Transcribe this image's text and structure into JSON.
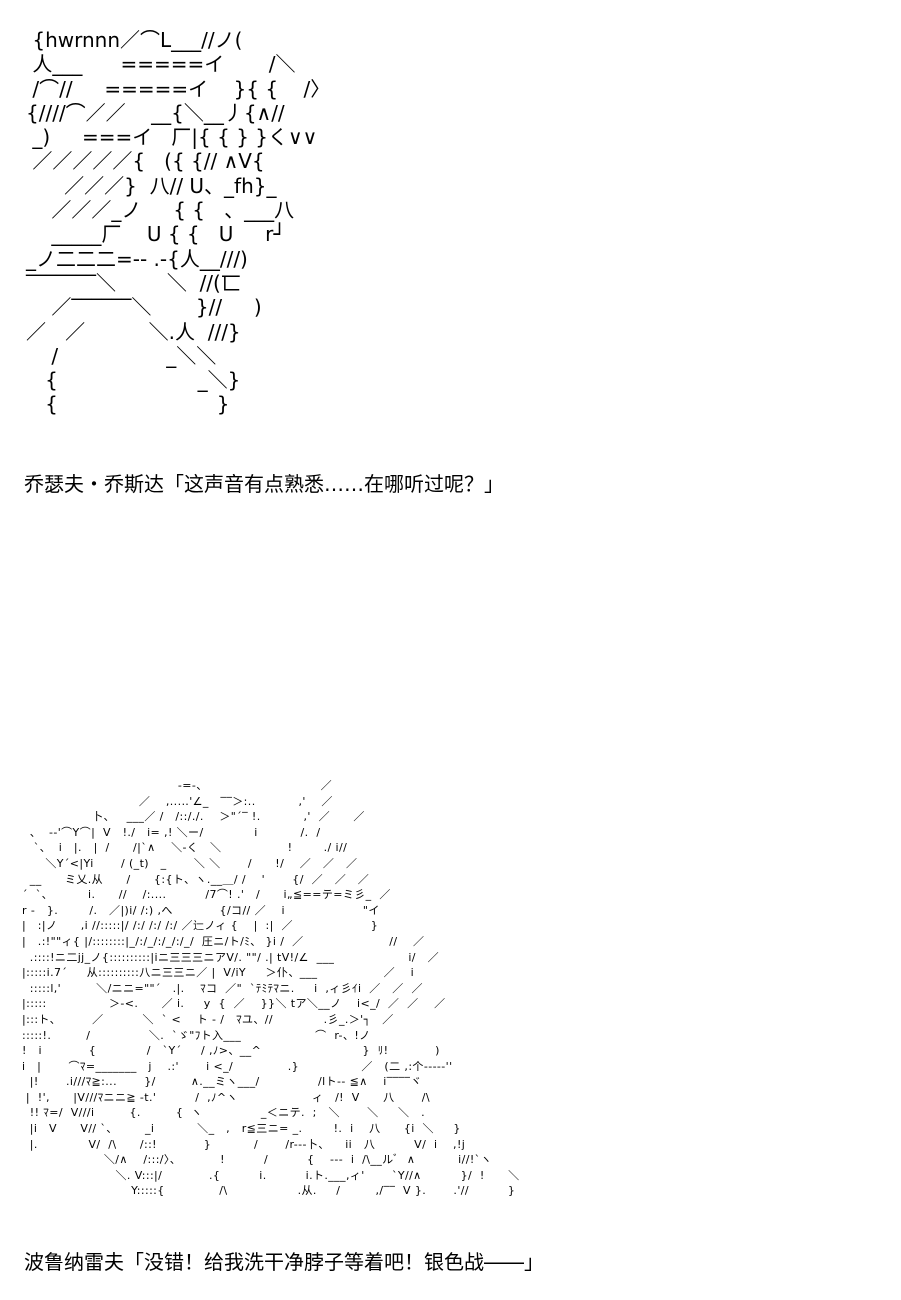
{
  "panels": [
    {
      "art": " {hwrnnn／⌒L___//ノ(\n 人___      =====イ       /＼\n /⌒//     =====イ    }{ {    /〉\n{////⌒／／    __{＼__丿{∧//\n _)     ===イ   厂|{ { } }く∨∨\n ／／／／／{   ({ {// ∧V{\n      ／／／}  八// U、_fh}_\n    ／／／_ノ     { {   、___八\n    _____厂    U { {   U     r┘\n_ノ二二二=-- .-{人__///)\n‾‾‾‾‾‾‾＼        ＼  //(匸\n    ／‾‾‾‾‾‾＼       }//     )\n／   ／          ＼.人  ///}\n    /                 _＼＼\n   {                      _＼}\n   {                         }",
      "caption": "乔瑟夫・乔斯达「这声音有点熟悉……在哪听过呢？」"
    },
    {
      "art": "                                        -=-、                             ／\n                              ／    ,...‥'∠_   ‾‾＞:..           ,'    ／\n                  卜、   ___／ /   /::/./.    ＞\"´‾ !.           ,'  ／      ／\n  、  --'⌒Y⌒|  V   !./   i= ,! ＼ー/             i           /.  /\n   `、  i   |.   |  /      /|`∧    ＼-く   ＼                 !        ./ i//\n      ＼Y´<|Yi       / (_t)   _       ＼ ＼       /      !/    ／   ／   ／\n  __      ミ乂.从      /      {:{ト、ヽ.__＿/ /    '       {/  ／   ／   ／\n´  `、         i.      //    /:....          /7⌒! .'   /      i„≦==テ=ミ彡_  ／\nr -   }.        /.   ／|)i/ /:) ,へ            {/コ// ／    i                    \"イ\n|   :|ノ      ,i //:::::|/ /:/ /:/ /:/ ／辷ノィ {    |  :|  ／                    }\n|   .:!\"\"ィ{ |/::::::::|_/:/_/:/_/:/_/  圧ニ/ト/ﾐ、 }i /  ／                      //    ／\n  .::::!ニ二jj_ノ{::::::::::|iニ三三三ニアV/. \"\"/ .| tV!/∠  ___                   i/   ／\n|:::::i.7´     从::::::::::八ニ三三ニ／ |  V/iY     ＞仆、___                 ／    i\n  :::::l,'         ＼/ニニ=\"\"´   .|.    ﾏコ  ／\"  `ﾃﾐﾃﾏニ.     i  ,ィ彡ｲi  ／   ／  ／\n|:::::                ＞-<.      ／ i.     y  {  ／    }}＼ tア＼__ノ    i<_/  ／  ／    ／\n|:::ト、        ／          ＼  ` <    ト - /   ﾏユ、//             .彡_.＞'┐   ／\n:::::!.         /               ＼.  `ゞ\"ﾌト入___                   ⌒  r-、!ノ\n!   i            {             /   `Y´     / ,ﾉ>、__^                          }  ﾘ!            )\ni   |       ⌒ﾏ=_______   j    .:'       i <_/              .}                ／   (二 ,:个----‐''\n  |!       .i///ﾏ≧:...       }/         ∧.__ミヽ___/               /lト‐- ≦∧    i‾‾‾‾ヾ\n |  !',      |V///ﾏニニ≧ -t.'          /  ,ﾉ^ヽ                   ィ   /!  V      八       /\\\n  !! ﾏ=/  V///i         {.         {  ヽ               _＜ニテ.  ;   ＼       ＼     ＼   .\n  |i   V      V// `、       _i           ＼_   ,   r≦三ニ= _.        !.  i    八      {i  ＼     }\n  |.             V/  /\\      /::!            }           /       /r---卜、    ii   八          V/  i    ,!j\n                     ＼/∧    /:::/〉、          !          /          {    ---  i  /\\__ルﾞ  ∧           i//!`ヽ\n                        ＼. V:::|/            .{          i.          i.ト.___,ィ'       `Y//∧          }/  !      ＼\n                            Y:::::{              /\\                  .从.     /         ,/‾‾  V }.       .'//          }",
      "caption": "波鲁纳雷夫「没错！给我洗干净脖子等着吧！银色战――」"
    }
  ]
}
